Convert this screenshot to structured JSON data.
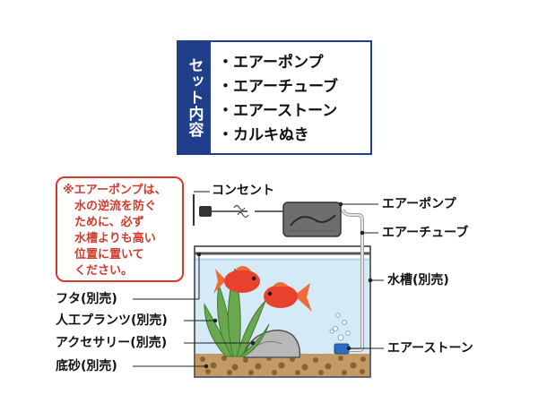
{
  "set_contents": {
    "heading": "セット内容",
    "items": [
      "・エアーポンプ",
      "・エアーチューブ",
      "・エアーストーン",
      "・カルキぬき"
    ]
  },
  "warning": {
    "lines": [
      "※エアーポンプは、",
      "水の逆流を防ぐ",
      "ために、必ず",
      "水槽よりも高い",
      "位置に置いて",
      "ください。"
    ]
  },
  "labels": {
    "outlet": "コンセント",
    "air_pump": "エアーポンプ",
    "air_tube": "エアーチューブ",
    "tank": "水槽(別売)",
    "lid": "フタ(別売)",
    "plants": "人工プランツ(別売)",
    "accessory": "アクセサリー(別売)",
    "sand": "底砂(別売)",
    "air_stone": "エアーストーン"
  },
  "colors": {
    "accent_blue": "#1f3f8a",
    "warning_red": "#d33a2c",
    "water": "#d4ebf7",
    "pump": "#6e6e6e",
    "plant": "#6aa84f",
    "goldfish": "#e8412c",
    "air_stone": "#2a6fbf"
  }
}
